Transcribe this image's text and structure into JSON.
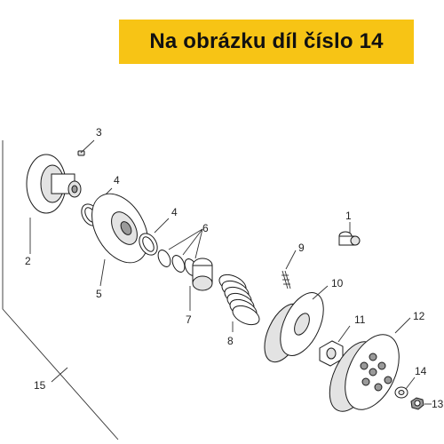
{
  "banner": {
    "text": "Na obrázku díl číslo 14",
    "background": "#f7c415"
  },
  "callouts": [
    {
      "id": "3",
      "label": "3"
    },
    {
      "id": "4a",
      "label": "4"
    },
    {
      "id": "4b",
      "label": "4"
    },
    {
      "id": "6",
      "label": "6"
    },
    {
      "id": "2",
      "label": "2"
    },
    {
      "id": "1",
      "label": "1"
    },
    {
      "id": "9",
      "label": "9"
    },
    {
      "id": "5",
      "label": "5"
    },
    {
      "id": "10",
      "label": "10"
    },
    {
      "id": "7",
      "label": "7"
    },
    {
      "id": "11",
      "label": "11"
    },
    {
      "id": "12",
      "label": "12"
    },
    {
      "id": "8",
      "label": "8"
    },
    {
      "id": "14",
      "label": "14"
    },
    {
      "id": "15",
      "label": "15"
    },
    {
      "id": "13",
      "label": "13"
    }
  ]
}
